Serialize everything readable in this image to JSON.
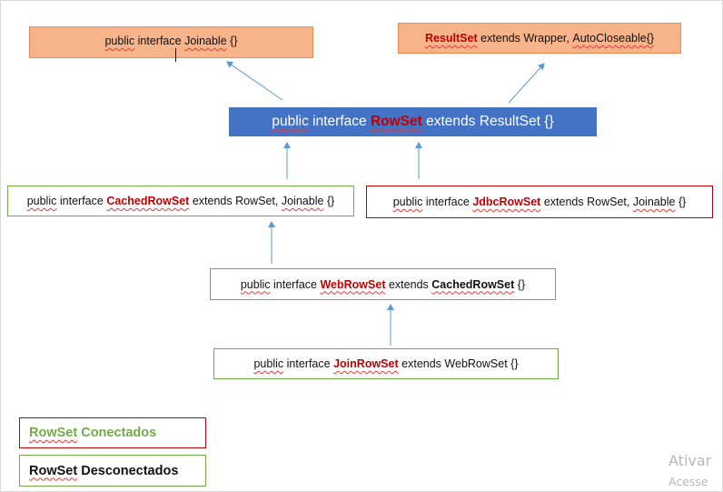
{
  "boxes": {
    "joinable": {
      "pre": "",
      "w1": "public",
      "w2": "interface",
      "w3": "Joinable",
      "w4": "{}"
    },
    "resultset": {
      "k1": "ResultSet",
      "w2": "extends",
      "w3": "Wrapper,",
      "w4": "AutoCloseable{}"
    },
    "rowset": {
      "w1": "public",
      "w2": "interface",
      "k1": "RowSet",
      "w3": "extends",
      "w4": "ResultSet",
      "w5": "{}"
    },
    "cached": {
      "w1": "public",
      "w2": "interface",
      "k1": "CachedRowSet",
      "w3": "extends",
      "w4": "RowSet,",
      "w5": "Joinable",
      "w6": "{}"
    },
    "jdbc": {
      "w1": "public",
      "w2": "interface",
      "k1": "JdbcRowSet",
      "w3": "extends",
      "w4": "RowSet,",
      "w5": "Joinable",
      "w6": "{}"
    },
    "web": {
      "w1": "public",
      "w2": "interface",
      "k1": "WebRowSet",
      "w3": "extends",
      "k2": "CachedRowSet",
      "w5": "{}"
    },
    "join": {
      "w1": "public",
      "w2": "interface",
      "k1": "JoinRowSet",
      "w3": "extends",
      "w4": "WebRowSet",
      "w5": "{}"
    }
  },
  "legend": {
    "connected": {
      "w1": "RowSet",
      "w2": "Conectados"
    },
    "disconnected": {
      "w1": "RowSet",
      "w2": "Desconectados"
    }
  },
  "watermark": {
    "line1": "Ativar",
    "line2": "Acesse"
  },
  "colors": {
    "arrow": "#5b9bd5",
    "connected_border": "#c00000",
    "disconnected_border": "#70ad47",
    "keyword": "#c00000",
    "rowset_fill": "#4472c4",
    "top_fill": "#f7b48a"
  }
}
